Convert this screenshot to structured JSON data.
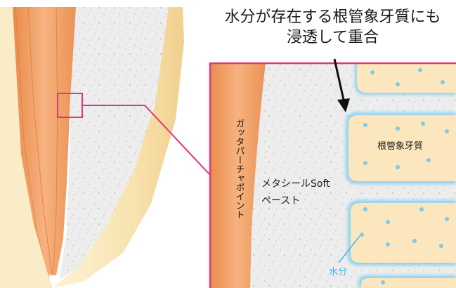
{
  "headline": {
    "line1": "水分が存在する根管象牙質にも",
    "line2": "浸透して重合"
  },
  "labels": {
    "gutta_percha": "ガッタパーチャポイント",
    "paste_line1": "メタシールSoft",
    "paste_line2": "ペースト",
    "dentin": "根管象牙質",
    "water": "水分"
  },
  "colors": {
    "frame": "#e0357f",
    "gutta_percha": "#f2a267",
    "dentin": "#fce6bd",
    "water": "#8fd2f0",
    "paste": "#ececec"
  }
}
